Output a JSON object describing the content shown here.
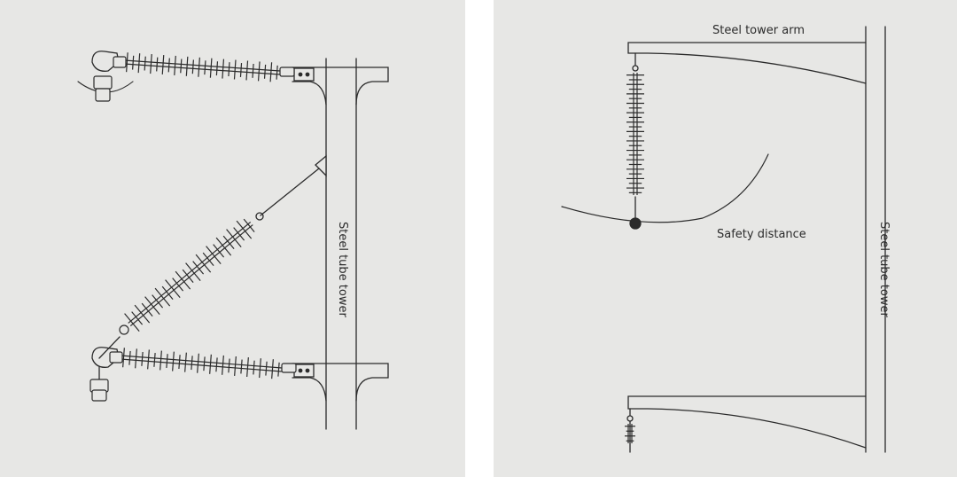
{
  "left_diagram": {
    "tower_label": "Steel tube tower"
  },
  "right_diagram": {
    "arm_label": "Steel tower arm",
    "safety_label": "Safety distance",
    "tower_label": "Steel tube tower"
  },
  "colors": {
    "background": "#e7e7e5",
    "line": "#2b2b2b",
    "page": "#ffffff"
  }
}
